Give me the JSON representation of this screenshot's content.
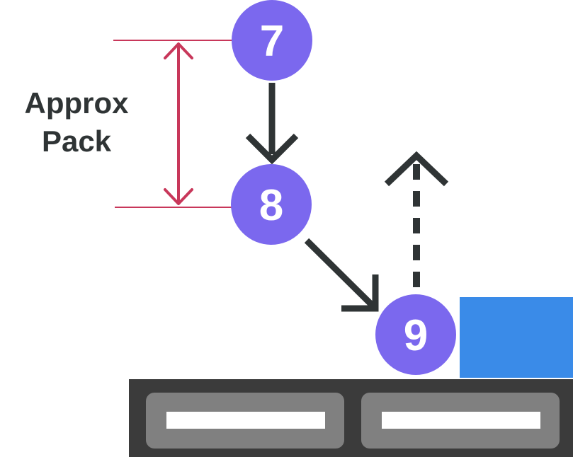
{
  "annotation": {
    "line1": "Approx",
    "line2": "Pack",
    "color": "#c8375a"
  },
  "nodes": [
    {
      "label": "7"
    },
    {
      "label": "8"
    },
    {
      "label": "9"
    }
  ],
  "colors": {
    "node_fill": "#7b68ee",
    "node_text": "#ffffff",
    "arrow": "#2f3435",
    "text": "#2f3435",
    "block": "#3a8be8",
    "track": "#3b3b3b",
    "slot": "#808080",
    "slot_bar": "#ffffff"
  }
}
